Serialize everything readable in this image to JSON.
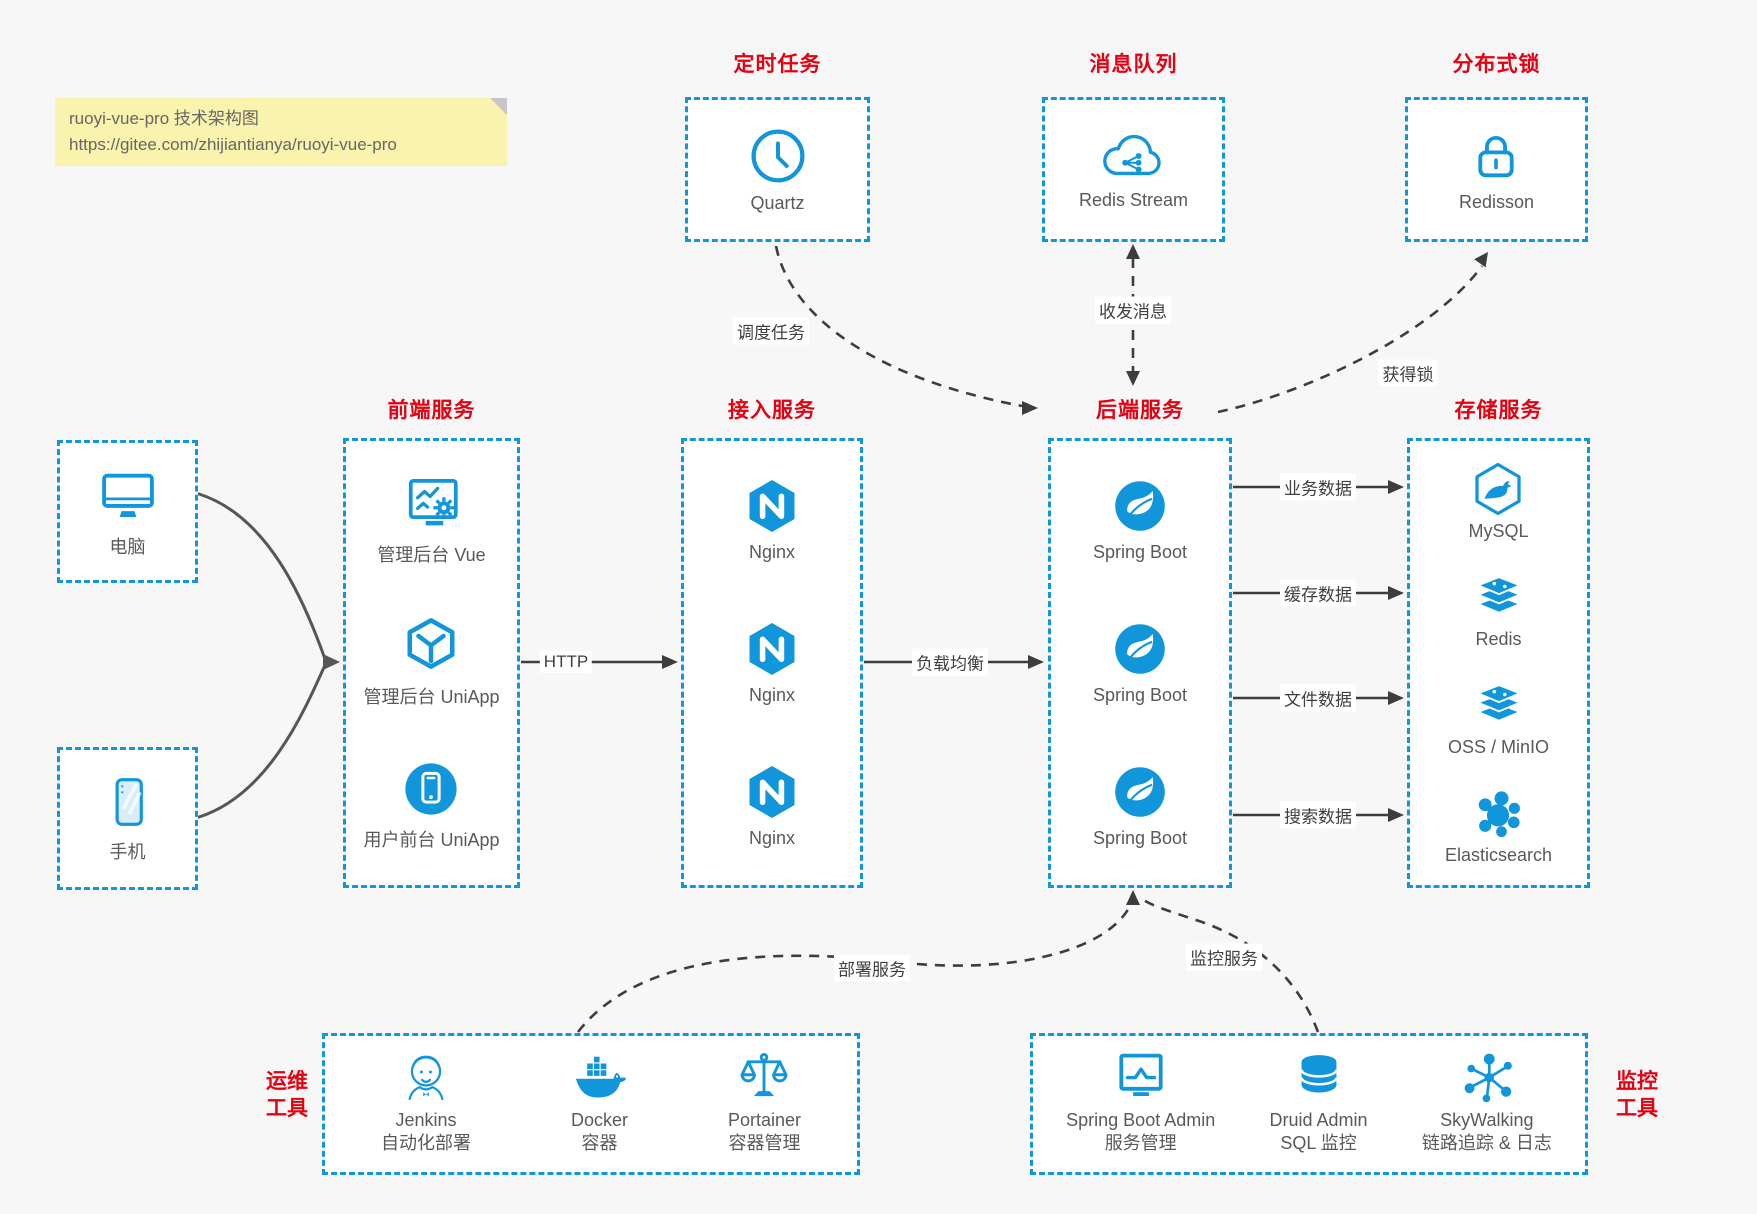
{
  "colors": {
    "accent_blue": "#1296db",
    "title_red": "#e60012",
    "canvas_bg": "#f7f7f7",
    "box_bg": "#ffffff",
    "note_bg": "#faf3ae",
    "label_gray": "#595959",
    "arrow_dark": "#3d3d3d"
  },
  "note": {
    "line1": "ruoyi-vue-pro 技术架构图",
    "line2": "https://gitee.com/zhijiantianya/ruoyi-vue-pro"
  },
  "top_services": [
    {
      "title": "定时任务",
      "label": "Quartz",
      "icon": "clock-icon"
    },
    {
      "title": "消息队列",
      "label": "Redis Stream",
      "icon": "cloud-share-icon"
    },
    {
      "title": "分布式锁",
      "label": "Redisson",
      "icon": "lock-icon"
    }
  ],
  "clients": [
    {
      "label": "电脑",
      "icon": "desktop-icon"
    },
    {
      "label": "手机",
      "icon": "smartphone-icon"
    }
  ],
  "frontend": {
    "title": "前端服务",
    "items": [
      {
        "label": "管理后台 Vue",
        "icon": "admin-vue-icon"
      },
      {
        "label": "管理后台 UniApp",
        "icon": "uniapp-cube-icon"
      },
      {
        "label": "用户前台 UniApp",
        "icon": "user-app-icon"
      }
    ]
  },
  "access": {
    "title": "接入服务",
    "items": [
      {
        "label": "Nginx",
        "icon": "nginx-icon"
      },
      {
        "label": "Nginx",
        "icon": "nginx-icon"
      },
      {
        "label": "Nginx",
        "icon": "nginx-icon"
      }
    ]
  },
  "backend": {
    "title": "后端服务",
    "items": [
      {
        "label": "Spring Boot",
        "icon": "spring-icon"
      },
      {
        "label": "Spring Boot",
        "icon": "spring-icon"
      },
      {
        "label": "Spring Boot",
        "icon": "spring-icon"
      }
    ]
  },
  "storage": {
    "title": "存储服务",
    "items": [
      {
        "label": "MySQL",
        "icon": "mysql-icon"
      },
      {
        "label": "Redis",
        "icon": "redis-stack-icon"
      },
      {
        "label": "OSS / MinIO",
        "icon": "redis-stack-icon"
      },
      {
        "label": "Elasticsearch",
        "icon": "elasticsearch-icon"
      }
    ]
  },
  "ops": {
    "side_label_line1": "运维",
    "side_label_line2": "工具",
    "items": [
      {
        "name": "Jenkins",
        "desc": "自动化部署",
        "icon": "jenkins-icon"
      },
      {
        "name": "Docker",
        "desc": "容器",
        "icon": "docker-icon"
      },
      {
        "name": "Portainer",
        "desc": "容器管理",
        "icon": "portainer-icon"
      }
    ]
  },
  "monitoring": {
    "side_label_line1": "监控",
    "side_label_line2": "工具",
    "items": [
      {
        "name": "Spring Boot Admin",
        "desc": "服务管理",
        "icon": "chart-monitor-icon"
      },
      {
        "name": "Druid Admin",
        "desc": "SQL 监控",
        "icon": "database-icon"
      },
      {
        "name": "SkyWalking",
        "desc": "链路追踪 & 日志",
        "icon": "topology-icon"
      }
    ]
  },
  "edges": {
    "http": "HTTP",
    "load_balance": "负载均衡",
    "business_data": "业务数据",
    "cache_data": "缓存数据",
    "file_data": "文件数据",
    "search_data": "搜索数据",
    "schedule_task": "调度任务",
    "send_receive_message": "收发消息",
    "acquire_lock": "获得锁",
    "deploy_service": "部署服务",
    "monitor_service": "监控服务"
  }
}
